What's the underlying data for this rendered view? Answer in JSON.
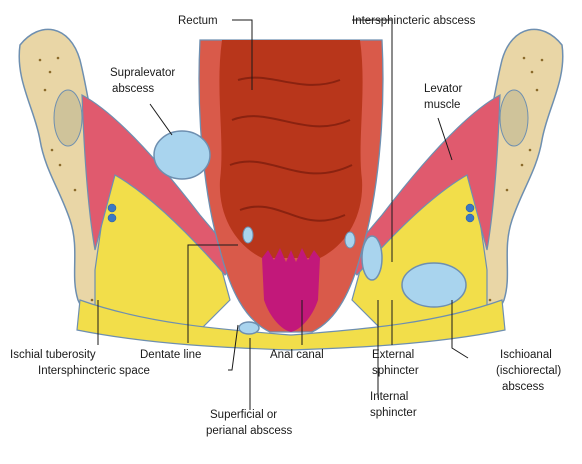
{
  "labels": {
    "rectum": "Rectum",
    "intersphincteric_abscess": "Intersphincteric abscess",
    "supralevator_1": "Supralevator",
    "supralevator_2": "abscess",
    "levator_1": "Levator",
    "levator_2": "muscle",
    "ischial_tuberosity": "Ischial tuberosity",
    "dentate_line": "Dentate line",
    "anal_canal": "Anal canal",
    "external_sphincter_1": "External",
    "external_sphincter_2": "sphincter",
    "ischioanal_1": "Ischioanal",
    "ischioanal_2": "(ischiorectal)",
    "ischioanal_3": "abscess",
    "intersphincteric_space": "Intersphincteric space",
    "internal_sphincter_1": "Internal",
    "internal_sphincter_2": "sphincter",
    "superficial_1": "Superficial or",
    "superficial_2": "perianal abscess"
  },
  "colors": {
    "bone": "#e9d6a6",
    "bone_dots": "#8a6a2a",
    "fat": "#f2de4a",
    "muscle": "#e05a6e",
    "rectum": "#b8361b",
    "rectum_outer": "#d95a4a",
    "anal_canal": "#c2187a",
    "abscess": "#a9d4ee",
    "outline": "#6e8fb0"
  }
}
